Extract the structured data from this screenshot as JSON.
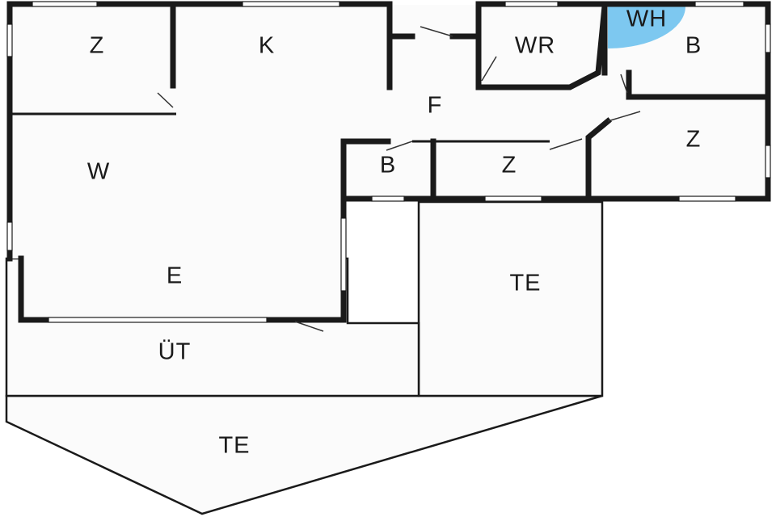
{
  "floorplan": {
    "accent_colors": {
      "wall": "#1a1a1a",
      "floor": "#fbfbfb",
      "water_heater": "#7dc8f0"
    },
    "rooms": {
      "z_nw": "Z",
      "k": "K",
      "wr": "WR",
      "wh": "WH",
      "b_ne": "B",
      "f": "F",
      "w": "W",
      "b_mid": "B",
      "z_mid": "Z",
      "z_e": "Z",
      "e": "E",
      "te_right": "TE",
      "ut": "ÜT",
      "te_bottom": "TE"
    }
  }
}
